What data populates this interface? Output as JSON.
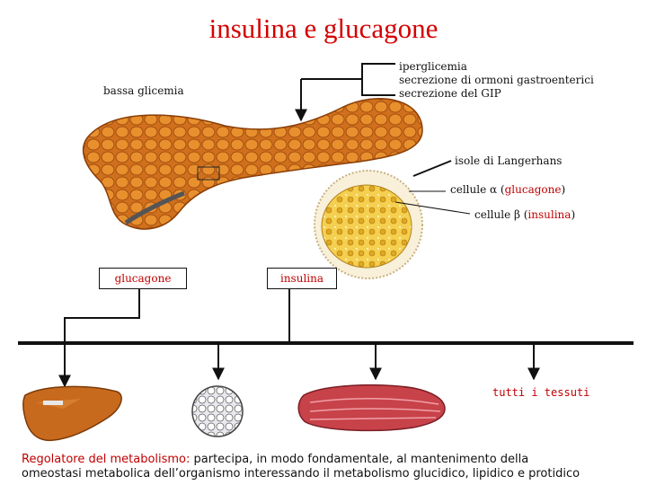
{
  "title": "insulina e glucagone",
  "labels": {
    "low_glycemia": "bassa glicemia",
    "hyper_line1": "iperglicemia",
    "hyper_line2": "secrezione di ormoni gastroenterici",
    "hyper_line3": "secrezione del GIP",
    "islets": "isole di Langerhans",
    "alpha_prefix": "cellule α (",
    "alpha_hormone": "glucagone",
    "beta_prefix": "cellule β (",
    "beta_hormone": "insulina",
    "paren_close": ")",
    "box_glucagon": "glucagone",
    "box_insulin": "insulina",
    "all_tissues": "tutti i tessuti"
  },
  "description": {
    "lead": "Regolatore del metabolismo:",
    "line1_rest": " partecipa,  in modo fondamentale,  al mantenimento della",
    "line2": "omeostasi metabolica dell’organismo interessando il metabolismo glucidico, lipidico e protidico"
  },
  "colors": {
    "title_red": "#d40000",
    "pancreas": "#d4761e",
    "islet_yellow": "#f2c430",
    "liver": "#c86a1e",
    "muscle": "#c8424a"
  }
}
